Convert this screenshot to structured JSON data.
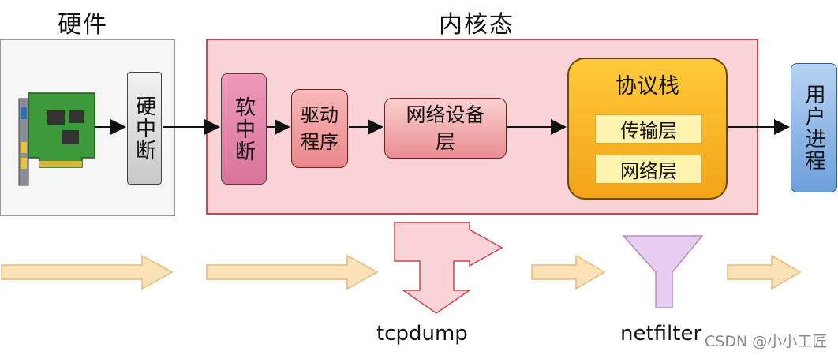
{
  "titles": {
    "hardware": "硬件",
    "kernel": "内核态"
  },
  "nodes": {
    "hard_irq": "硬中断",
    "soft_irq": "软中断",
    "driver": "驱动程序",
    "net_device_layer": "网络设备层",
    "protocol_stack": {
      "title": "协议栈",
      "transport_layer": "传输层",
      "network_layer": "网络层"
    },
    "user_process": "用户进程"
  },
  "tools": {
    "tcpdump": "tcpdump",
    "netfilter": "netfilter"
  },
  "watermark": "CSDN @小小工匠",
  "colors": {
    "kernel_fill": "#f9d3d6",
    "kernel_border": "#c9474f",
    "stack_fill": "#f3a417",
    "user_fill": "#6d9fdc",
    "flow_arrow_fill": "#fde2b8",
    "flow_arrow_border": "#e8b978",
    "tcpdump_fill": "#f9d3d6",
    "netfilter_fill": "#e7cdf0"
  },
  "icons": {
    "nic": "network-card-image"
  }
}
